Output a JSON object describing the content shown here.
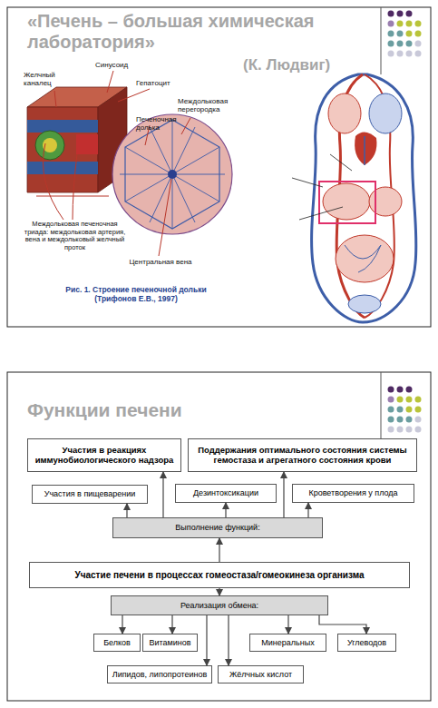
{
  "diagram": {
    "title": "«Печень – большая химическая лаборатория»",
    "caption": "Рис. 1. Строение печеночной дольки (Трифонов Е.В., 1997)",
    "nodes": [
      {
        "text": [
          "Участия в реакциях иммунобиологического надзора"
        ]
      },
      {
        "text": [
          "Поддержания оптимального состояния системы гемостаза и агрегатного состояния крови"
        ]
      },
      {
        "text": [
          "Участия в пищеварении"
        ]
      },
      {
        "text": [
          "Дезинтоксикации"
        ]
      },
      {
        "text": [
          "Кроветворения у плода"
        ]
      },
      {
        "text": [
          "Выполнение функций:"
        ]
      },
      {
        "text": [
          "Участие печени в процессах гомеостаза/гомеокинеза организма"
        ]
      },
      {
        "text": [
          "Реализация обмена:"
        ]
      },
      {
        "text": [
          "Белков"
        ]
      },
      {
        "text": [
          "Витаминов"
        ]
      },
      {
        "text": [
          "Минеральных"
        ]
      },
      {
        "text": [
          "Углеводов"
        ]
      },
      {
        "text": [
          "Липидов, липопротеинов"
        ]
      },
      {
        "text": [
          "Жёлчных кислот"
        ]
      }
    ],
    "edges": [
      {
        "from": 5,
        "to": 0,
        "arrow": "to"
      },
      {
        "from": 5,
        "to": 1,
        "arrow": "to"
      },
      {
        "from": 5,
        "to": 2,
        "arrow": "to"
      },
      {
        "from": 5,
        "to": 3,
        "arrow": "to"
      },
      {
        "from": 5,
        "to": 4,
        "arrow": "to"
      },
      {
        "from": 6,
        "to": 5,
        "arrow": "to"
      },
      {
        "from": 6,
        "to": 7,
        "arrow": "to"
      },
      {
        "from": 7,
        "to": 8,
        "arrow": "to"
      },
      {
        "from": 7,
        "to": 9,
        "arrow": "to"
      },
      {
        "from": 7,
        "to": 10,
        "arrow": "to"
      },
      {
        "from": 7,
        "to": 11,
        "arrow": "to"
      },
      {
        "from": 7,
        "to": 12,
        "arrow": "to"
      },
      {
        "from": 7,
        "to": 13,
        "arrow": "to"
      }
    ],
    "labels": [
      "(К. Людвиг)",
      "Желчный каналец",
      "Синусоид",
      "Гепатоцит",
      "Междольковая перегородка",
      "Печеночная долька",
      "Междольковая печеночная триада: междольковая артерия, вена и междольковый желчный проток",
      "Центральная вена",
      "Функции печени"
    ]
  }
}
